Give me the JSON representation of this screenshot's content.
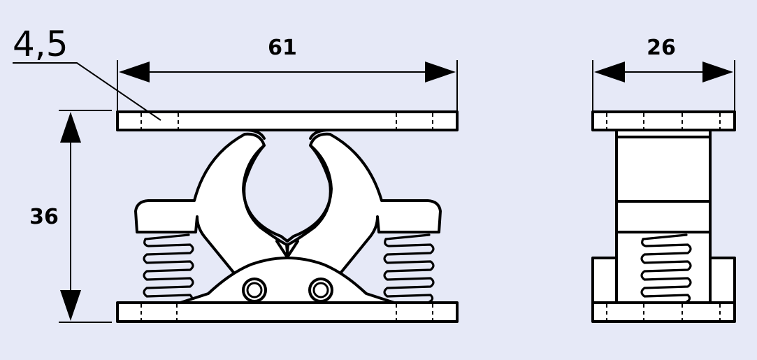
{
  "dimensions": {
    "width_label": "61",
    "height_label": "36",
    "depth_label": "26",
    "thickness_label": "4,5"
  },
  "colors": {
    "background": "#e6e9f7",
    "line": "#000000",
    "fill": "#ffffff"
  }
}
